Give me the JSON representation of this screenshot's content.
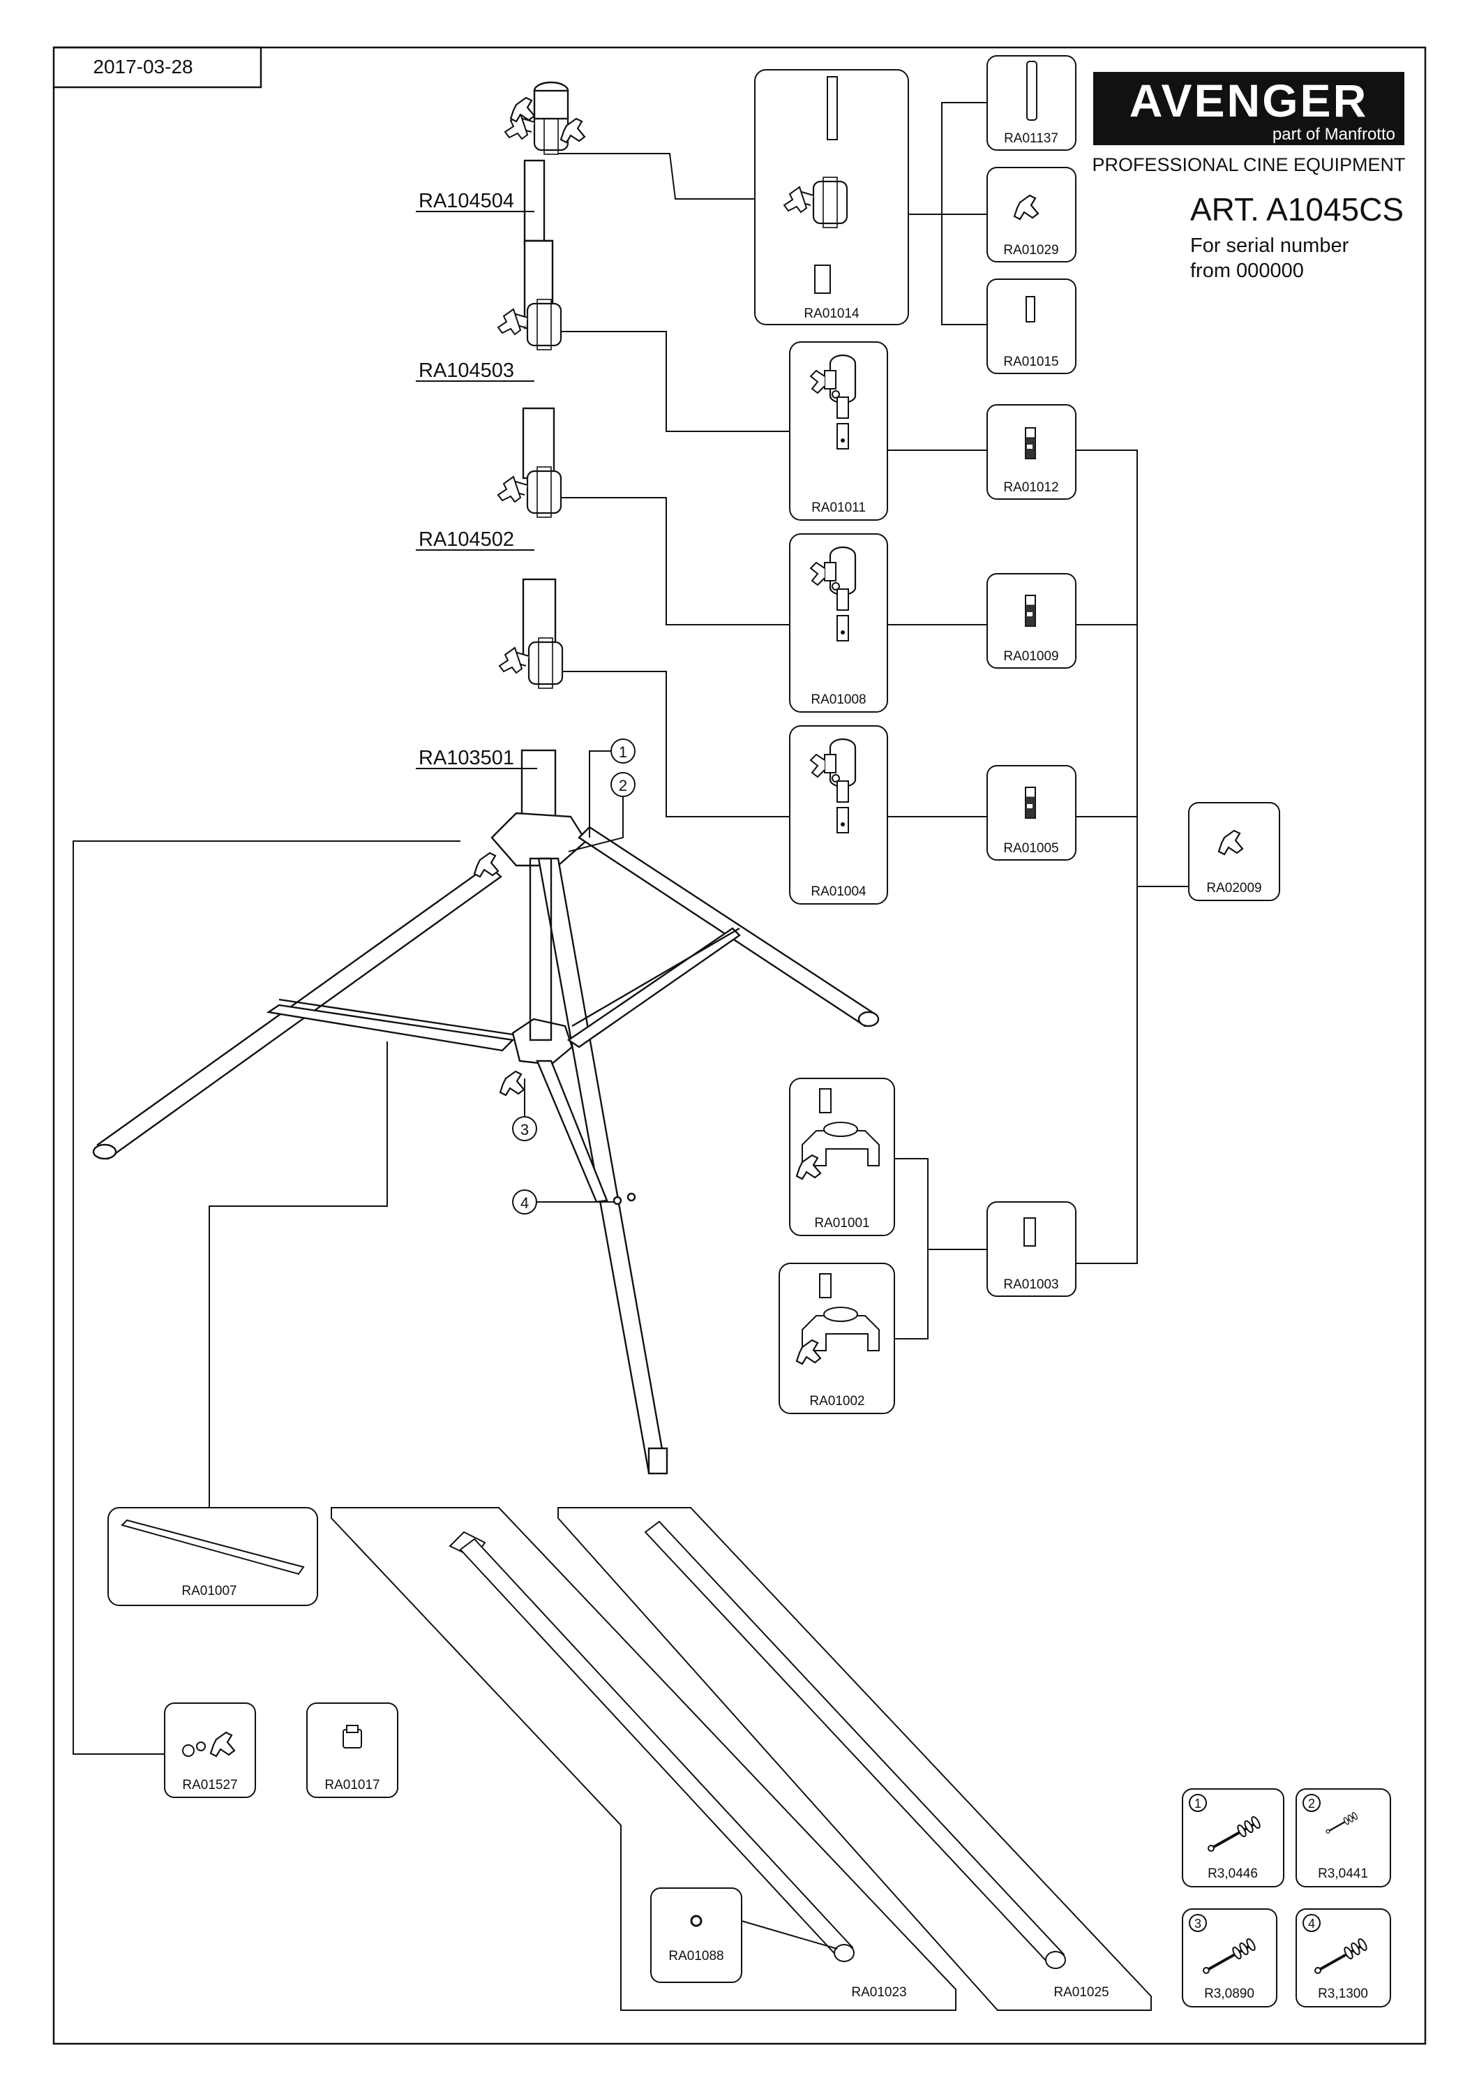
{
  "header": {
    "date": "2017-03-28",
    "brand": "AVENGER",
    "brand_sub": "part of Manfrotto",
    "tagline": "PROFESSIONAL CINE EQUIPMENT",
    "article": "ART. A1045CS",
    "serial_line1": "For serial number",
    "serial_line2": "from 000000"
  },
  "colors": {
    "ink": "#111111",
    "logo_bg": "#111111",
    "logo_fg": "#ffffff",
    "paper": "#ffffff"
  },
  "column_labels": {
    "section4": "RA104504",
    "section3": "RA104503",
    "section2": "RA104502",
    "section1": "RA103501"
  },
  "callouts": [
    "1",
    "2",
    "3",
    "4"
  ],
  "parts": {
    "ra01014": "RA01014",
    "ra01137": "RA01137",
    "ra01029": "RA01029",
    "ra01015": "RA01015",
    "ra01011": "RA01011",
    "ra01012": "RA01012",
    "ra01008": "RA01008",
    "ra01009": "RA01009",
    "ra01004": "RA01004",
    "ra01005": "RA01005",
    "ra02009": "RA02009",
    "ra01001": "RA01001",
    "ra01002": "RA01002",
    "ra01003": "RA01003",
    "ra01007": "RA01007",
    "ra01527": "RA01527",
    "ra01017": "RA01017",
    "ra01088": "RA01088",
    "ra01023": "RA01023",
    "ra01025": "RA01025"
  },
  "kits": {
    "kit1": {
      "num": "1",
      "code": "R3,0446"
    },
    "kit2": {
      "num": "2",
      "code": "R3,0441"
    },
    "kit3": {
      "num": "3",
      "code": "R3,0890"
    },
    "kit4": {
      "num": "4",
      "code": "R3,1300"
    }
  },
  "icons": [
    "clamp-icon",
    "knob-icon",
    "spigot-icon",
    "leg-icon",
    "tripod-icon",
    "brace-icon",
    "screw-kit-icon"
  ]
}
